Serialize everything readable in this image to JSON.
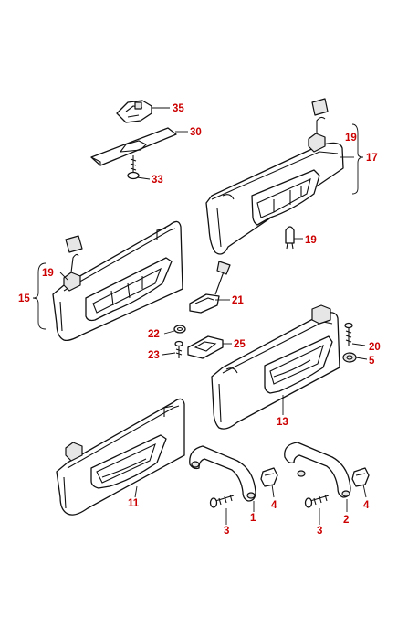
{
  "diagram": {
    "label_color": "#cc0000",
    "line_color": "#111111",
    "callouts": {
      "c35": "35",
      "c30": "30",
      "c33": "33",
      "c19a": "19",
      "c17": "17",
      "c19b": "19",
      "c19c": "19",
      "c15": "15",
      "c21": "21",
      "c22": "22",
      "c25": "25",
      "c23": "23",
      "c20": "20",
      "c5": "5",
      "c13": "13",
      "c11": "11",
      "c3a": "3",
      "c1": "1",
      "c4a": "4",
      "c3b": "3",
      "c2": "2",
      "c4b": "4"
    }
  }
}
